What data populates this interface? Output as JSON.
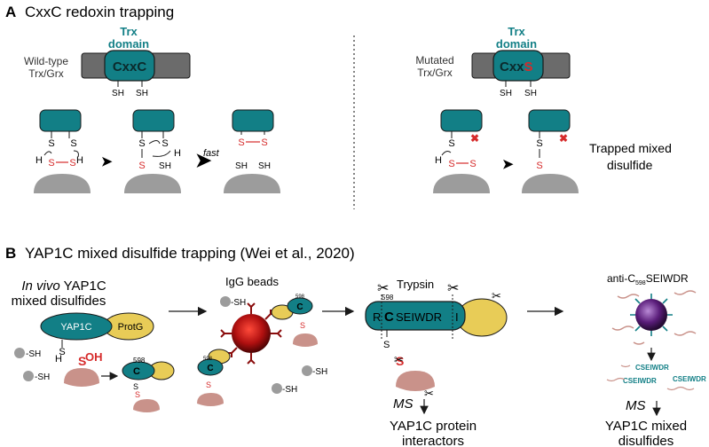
{
  "colors": {
    "teal": "#127f86",
    "grey_body": "#6b6b6b",
    "grey_protein": "#9c9c9c",
    "red": "#d62b2b",
    "pink": "#c9928a",
    "yellow": "#e8cc57",
    "dark_red": "#8a0d0d",
    "purple": "#5a1d7a"
  },
  "panel_a": {
    "letter": "A",
    "title": "CxxC redoxin trapping",
    "trx_domain_line1": "Trx",
    "trx_domain_line2": "domain",
    "motif_wt": "CxxC",
    "motif_mut_prefix": "Cxx",
    "motif_mut_s": "S",
    "wildtype_line1": "Wild-type",
    "wildtype_line2": "Trx/Grx",
    "mutated_line1": "Mutated",
    "mutated_line2": "Trx/Grx",
    "sh": "SH",
    "s": "S",
    "h": "H",
    "fast": "fast",
    "trapped_line1": "Trapped mixed",
    "trapped_line2": "disulfide"
  },
  "panel_b": {
    "letter": "B",
    "title": "YAP1C mixed disulfide trapping (Wei et al., 2020)",
    "invivo_italic": "In vivo",
    "invivo_rest": "YAP1C",
    "invivo_line2": "mixed disulfides",
    "yap1c": "YAP1C",
    "protg": "ProtG",
    "sh_short": "-SH",
    "oh": "OH",
    "res598": "598",
    "c": "C",
    "igg_beads": "IgG beads",
    "trypsin": "Trypsin",
    "peptide_r": "R",
    "peptide_c": "C",
    "peptide_rest": "SEIWDR",
    "peptide_i": "I",
    "antibody_prefix": "anti-C",
    "antibody_sub": "598",
    "antibody_suffix": "SEIWDR",
    "pep_label": "CSEIWDR",
    "ms": "MS",
    "out1_line1": "YAP1C protein",
    "out1_line2": "interactors",
    "out2_line1": "YAP1C mixed",
    "out2_line2": "disulfides"
  }
}
